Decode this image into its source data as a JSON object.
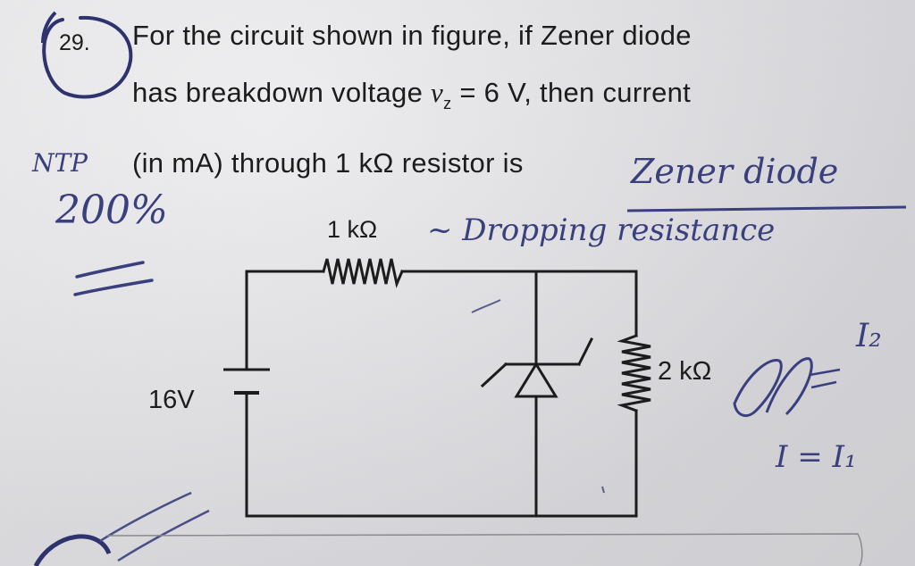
{
  "question": {
    "number": "29.",
    "line1": "For the circuit shown in figure, if Zener diode",
    "line2_pre": "has breakdown voltage ",
    "var_v": "v",
    "var_sub": "z",
    "line2_post": " = 6 V, then current",
    "line3": "(in mA) through 1 kΩ resistor is"
  },
  "handwritten": {
    "mark": "NTP",
    "percent": "200%",
    "zener_note": "Zener diode",
    "dropping_note": "~ Dropping resistance",
    "i2": "I₂",
    "i_eq": "I = I₁"
  },
  "circuit": {
    "source_label": "16V",
    "r1_label": "1 kΩ",
    "r2_label": "2 kΩ"
  },
  "colors": {
    "ink": "#1c1c1c",
    "pen": "#3a3f7d"
  }
}
